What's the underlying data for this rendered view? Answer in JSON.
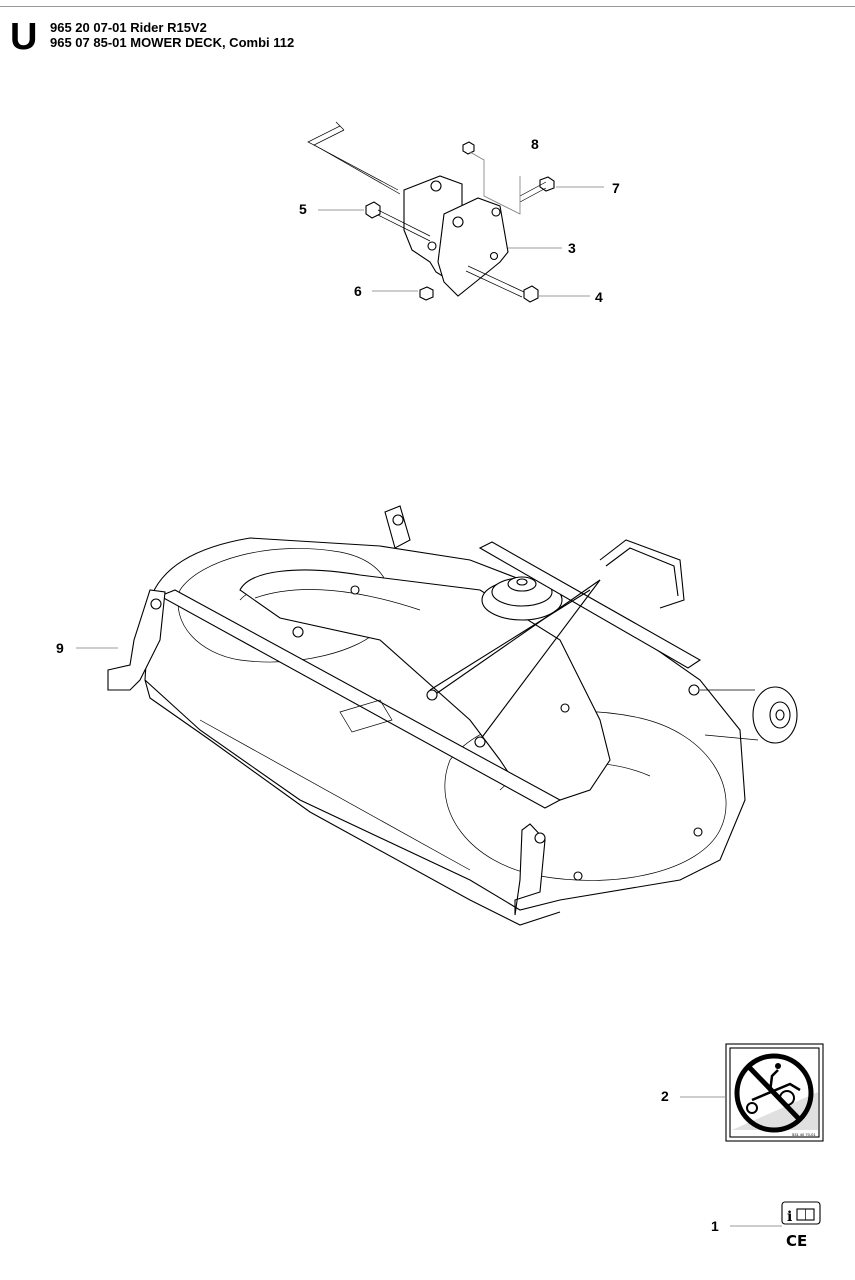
{
  "header": {
    "section_letter": "U",
    "line1": "965 20 07-01 Rider R15V2",
    "line2": "965 07 85-01 MOWER DECK, Combi 112"
  },
  "callouts": [
    {
      "id": "c8",
      "label": "8"
    },
    {
      "id": "c7",
      "label": "7"
    },
    {
      "id": "c5",
      "label": "5"
    },
    {
      "id": "c3",
      "label": "3"
    },
    {
      "id": "c6",
      "label": "6"
    },
    {
      "id": "c4",
      "label": "4"
    },
    {
      "id": "c9",
      "label": "9"
    },
    {
      "id": "c2",
      "label": "2"
    },
    {
      "id": "c1",
      "label": "1"
    }
  ],
  "warning_decal": {
    "icon": "no-slope-driving-icon",
    "code": "531 40 70-01"
  },
  "manual_ce": {
    "icon": "info-manual-icon",
    "mark": "CE"
  }
}
